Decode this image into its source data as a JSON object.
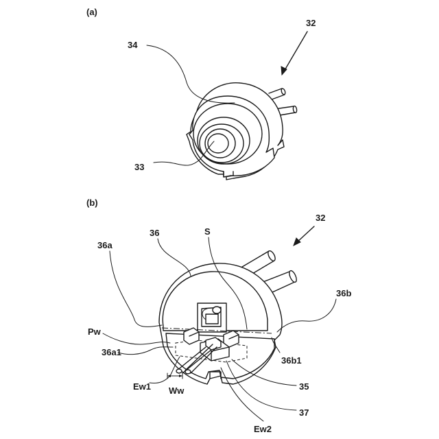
{
  "figure_a": {
    "panel_label": "(a)",
    "labels": {
      "device": "32",
      "cap": "34",
      "window": "33"
    }
  },
  "figure_b": {
    "panel_label": "(b)",
    "labels": {
      "device": "32",
      "stem_block": "36",
      "left_part": "36a",
      "right_part": "36b",
      "space": "S",
      "pw": "Pw",
      "left_sub": "36a1",
      "right_sub": "36b1",
      "ew1": "Ew1",
      "ww": "Ww",
      "ew2": "Ew2",
      "submount": "35",
      "chip": "37"
    }
  }
}
